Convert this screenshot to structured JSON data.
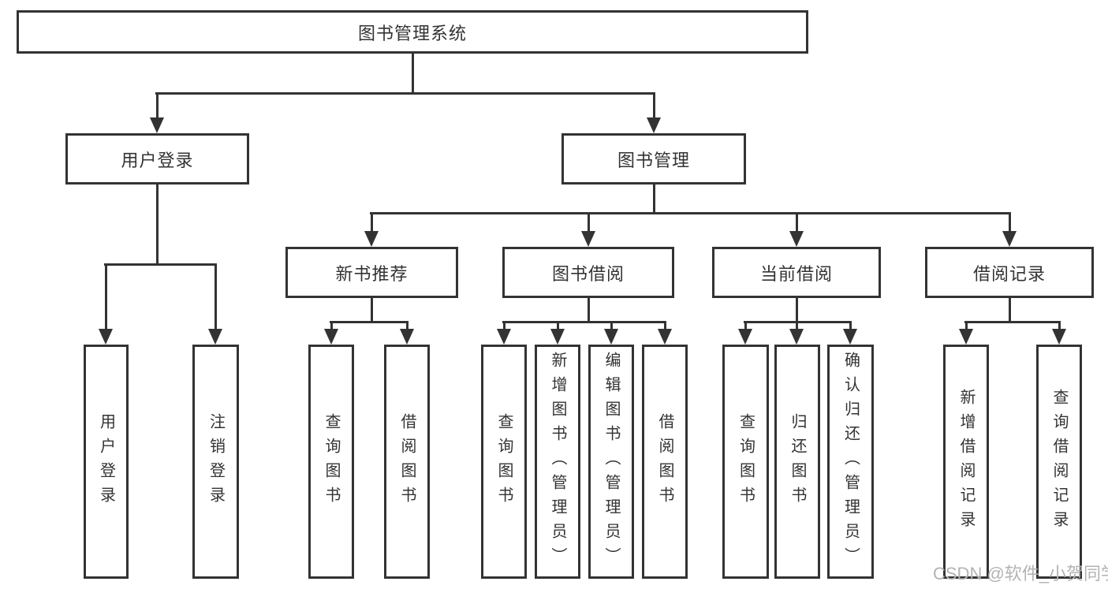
{
  "root": {
    "label": "图书管理系统"
  },
  "level1": [
    {
      "label": "用户登录",
      "children": [
        {
          "label": "用户登录"
        },
        {
          "label": "注销登录"
        }
      ]
    },
    {
      "label": "图书管理",
      "children": [
        {
          "label": "新书推荐",
          "children": [
            {
              "label": "查询图书"
            },
            {
              "label": "借阅图书"
            }
          ]
        },
        {
          "label": "图书借阅",
          "children": [
            {
              "label": "查询图书"
            },
            {
              "label": "新增图书（管理员）"
            },
            {
              "label": "编辑图书（管理员）"
            },
            {
              "label": "借阅图书"
            }
          ]
        },
        {
          "label": "当前借阅",
          "children": [
            {
              "label": "查询图书"
            },
            {
              "label": "归还图书"
            },
            {
              "label": "确认归还（管理员）"
            }
          ]
        },
        {
          "label": "借阅记录",
          "children": [
            {
              "label": "新增借阅记录"
            },
            {
              "label": "查询借阅记录"
            }
          ]
        }
      ]
    }
  ],
  "watermark": "CSDN @软件_小贺同学",
  "colors": {
    "line": "#333333",
    "text": "#333333",
    "watermark": "#b3b3b3",
    "background": "#ffffff"
  }
}
